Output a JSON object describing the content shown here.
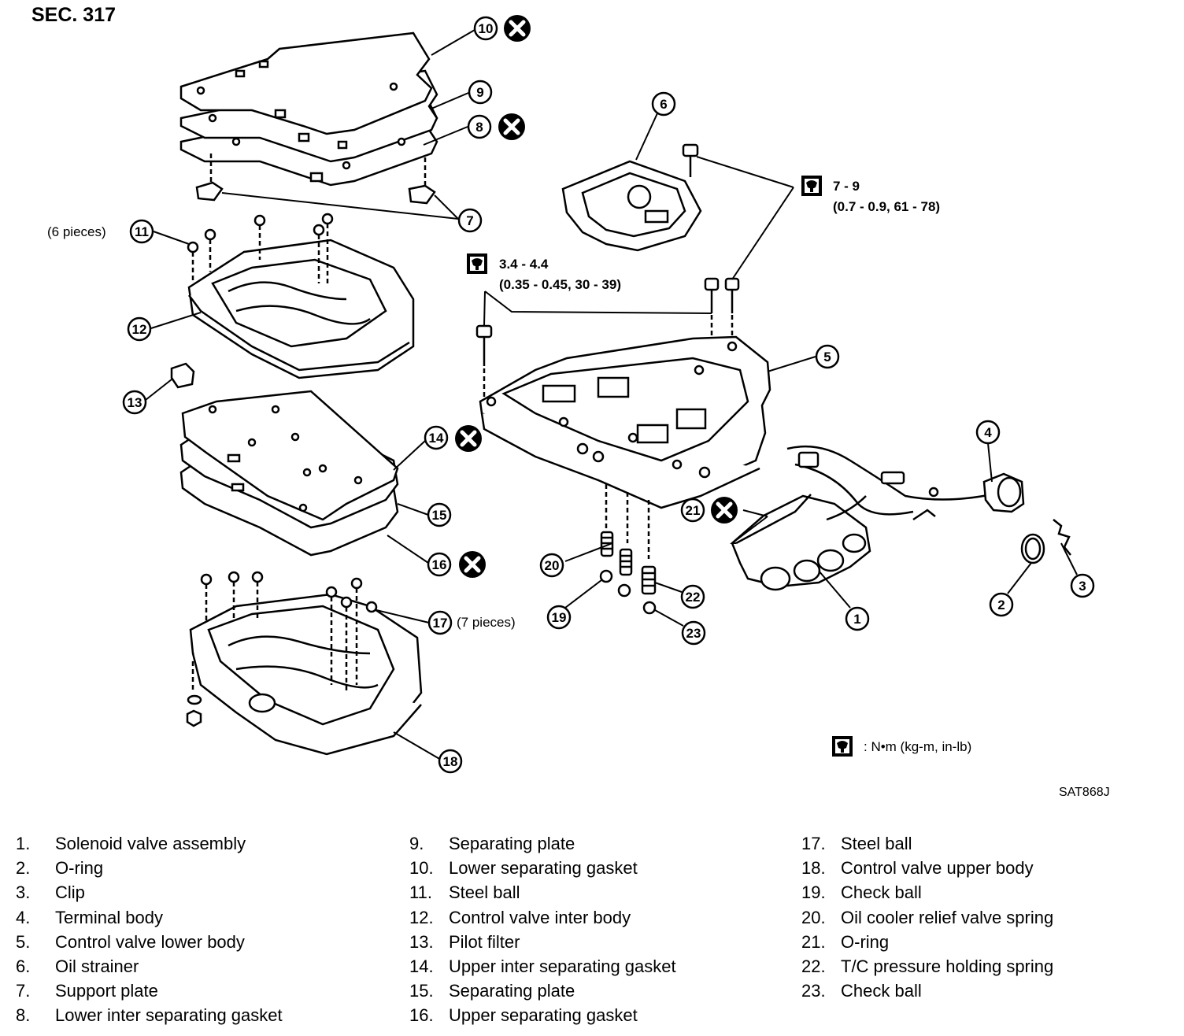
{
  "header": {
    "section": "SEC. 317"
  },
  "figure_id": "SAT868J",
  "callouts": {
    "c1": "1",
    "c2": "2",
    "c3": "3",
    "c4": "4",
    "c5": "5",
    "c6": "6",
    "c7": "7",
    "c8": "8",
    "c9": "9",
    "c10": "10",
    "c11": "11",
    "c12": "12",
    "c13": "13",
    "c14": "14",
    "c15": "15",
    "c16": "16",
    "c17": "17",
    "c18": "18",
    "c19": "19",
    "c20": "20",
    "c21": "21",
    "c22": "22",
    "c23": "23"
  },
  "notes": {
    "six_pieces": "(6 pieces)",
    "seven_pieces": "(7 pieces)"
  },
  "torque": {
    "upper": {
      "value": "7 - 9",
      "detail": "(0.7 - 0.9, 61 - 78)"
    },
    "lower": {
      "value": "3.4 - 4.4",
      "detail": "(0.35 - 0.45, 30 - 39)"
    },
    "units": ": N•m (kg-m, in-lb)"
  },
  "icons": {
    "replace": "x-circle-icon",
    "torque": "torque-wrench-icon"
  },
  "legend": [
    [
      {
        "no": "1.",
        "name": "Solenoid valve assembly"
      },
      {
        "no": "2.",
        "name": "O-ring"
      },
      {
        "no": "3.",
        "name": "Clip"
      },
      {
        "no": "4.",
        "name": "Terminal body"
      },
      {
        "no": "5.",
        "name": "Control valve lower body"
      },
      {
        "no": "6.",
        "name": "Oil strainer"
      },
      {
        "no": "7.",
        "name": "Support plate"
      },
      {
        "no": "8.",
        "name": "Lower inter separating gasket"
      }
    ],
    [
      {
        "no": "9.",
        "name": "Separating plate"
      },
      {
        "no": "10.",
        "name": "Lower separating gasket"
      },
      {
        "no": "11.",
        "name": "Steel ball"
      },
      {
        "no": "12.",
        "name": "Control valve inter body"
      },
      {
        "no": "13.",
        "name": "Pilot filter"
      },
      {
        "no": "14.",
        "name": "Upper inter separating gasket"
      },
      {
        "no": "15.",
        "name": "Separating plate"
      },
      {
        "no": "16.",
        "name": "Upper separating gasket"
      }
    ],
    [
      {
        "no": "17.",
        "name": "Steel ball"
      },
      {
        "no": "18.",
        "name": "Control valve upper body"
      },
      {
        "no": "19.",
        "name": "Check ball"
      },
      {
        "no": "20.",
        "name": "Oil cooler relief valve spring"
      },
      {
        "no": "21.",
        "name": "O-ring"
      },
      {
        "no": "22.",
        "name": "T/C pressure holding spring"
      },
      {
        "no": "23.",
        "name": "Check ball"
      }
    ]
  ]
}
